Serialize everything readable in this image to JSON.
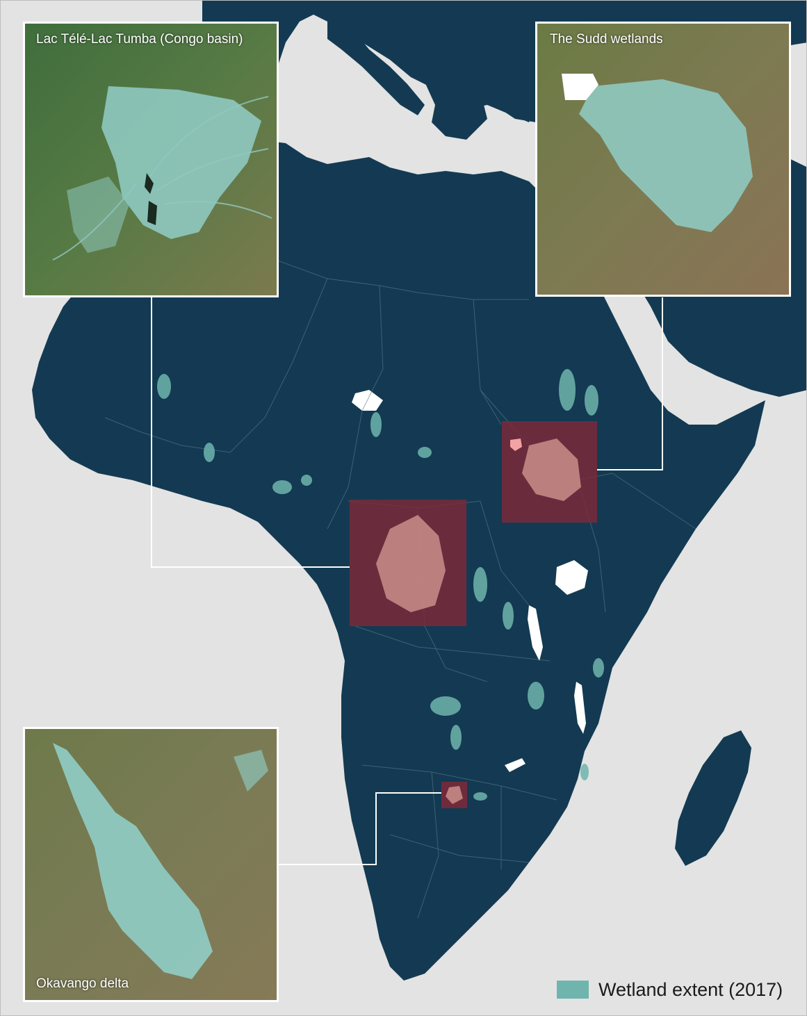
{
  "insets": {
    "congo": {
      "label": "Lac Télé-Lac Tumba (Congo basin)"
    },
    "sudd": {
      "label": "The Sudd wetlands"
    },
    "okavango": {
      "label": "Okavango delta"
    }
  },
  "legend": {
    "label": "Wetland extent (2017)",
    "swatch_color": "#6fb5ad"
  },
  "colors": {
    "ocean": "#e3e3e3",
    "land": "#133a52",
    "wetland": "#6fb5ad",
    "highlight": "#7a2a3a",
    "leader_line": "#ffffff",
    "inset_border": "#ffffff"
  }
}
